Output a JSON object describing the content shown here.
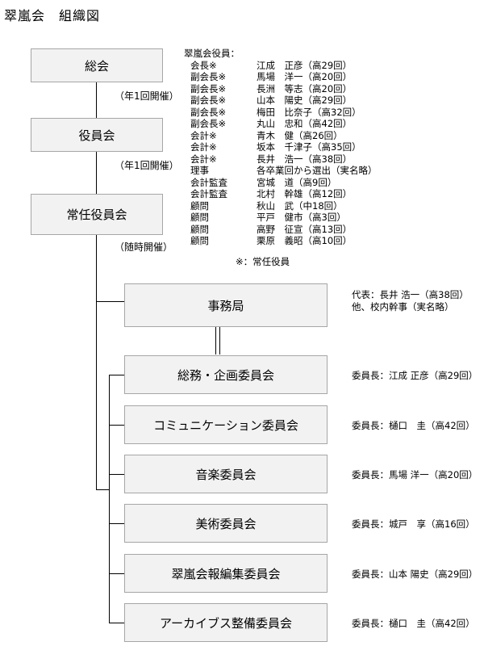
{
  "title": "翠嵐会　組織図",
  "top_boxes": [
    {
      "label": "総会",
      "note": "（年1回開催）"
    },
    {
      "label": "役員会",
      "note": "（年1回開催）"
    },
    {
      "label": "常任役員会",
      "note": "（随時開催）"
    }
  ],
  "officers": {
    "heading": "翠嵐会役員：",
    "rows": [
      {
        "role": "会長※",
        "name": "江成　正彦（高29回）"
      },
      {
        "role": "副会長※",
        "name": "馬場　洋一（高20回）"
      },
      {
        "role": "副会長※",
        "name": "長洲　等志（高20回）"
      },
      {
        "role": "副会長※",
        "name": "山本　陽史（高29回）"
      },
      {
        "role": "副会長※",
        "name": "梅田　比奈子（高32回）"
      },
      {
        "role": "副会長※",
        "name": "丸山　忠和（高42回）"
      },
      {
        "role": "会計※",
        "name": "青木　健（高26回）"
      },
      {
        "role": "会計※",
        "name": "坂本　千津子（高35回）"
      },
      {
        "role": "会計※",
        "name": "長井　浩一（高38回）"
      },
      {
        "role": "理事",
        "name": "各卒業回から選出（実名略）"
      },
      {
        "role": "会計監査",
        "name": "宮城　道（高9回）"
      },
      {
        "role": "会計監査",
        "name": "北村　幹雄（高12回）"
      },
      {
        "role": "顧問",
        "name": "秋山　武（中18回）"
      },
      {
        "role": "顧問",
        "name": "平戸　健市（高3回）"
      },
      {
        "role": "顧問",
        "name": "高野　征宣（高13回）"
      },
      {
        "role": "顧問",
        "name": "栗原　義昭（高10回）"
      }
    ],
    "footnote": "※：常任役員"
  },
  "secretariat": {
    "label": "事務局",
    "lines": [
      "代表：長井 浩一（高38回）",
      "他、校内幹事（実名略）"
    ]
  },
  "committees": [
    {
      "label": "総務・企画委員会",
      "chair": "委員長：江成 正彦（高29回）"
    },
    {
      "label": "コミュニケーション委員会",
      "chair": "委員長：樋口　圭（高42回）"
    },
    {
      "label": "音楽委員会",
      "chair": "委員長：馬場 洋一（高20回）"
    },
    {
      "label": "美術委員会",
      "chair": "委員長：城戸　享（高16回）"
    },
    {
      "label": "翠嵐会報編集委員会",
      "chair": "委員長：山本 陽史（高29回）"
    },
    {
      "label": "アーカイブス整備委員会",
      "chair": "委員長：樋口　圭（高42回）"
    }
  ]
}
